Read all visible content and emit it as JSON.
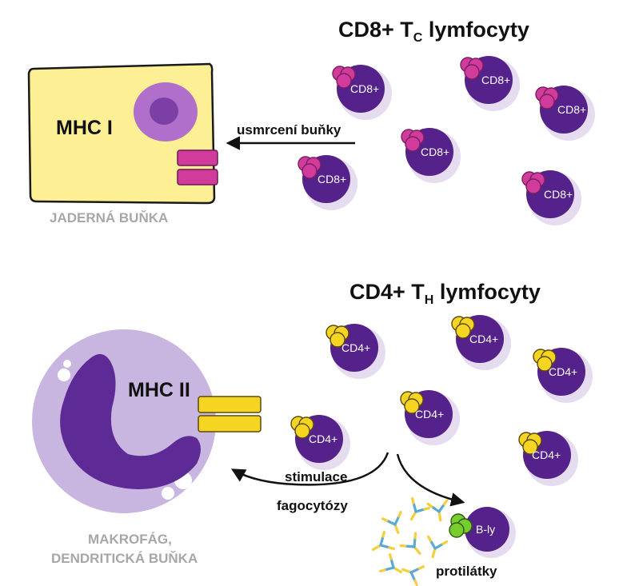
{
  "top": {
    "title_prefix": "CD8+ T",
    "title_sub": "C",
    "title_suffix": " lymfocyty",
    "mhc_label": "MHC I",
    "arrow_label": "usmrcení buňky",
    "cell_caption": "JADERNÁ BUŇKA",
    "lymphocyte_label": "CD8+",
    "lymphocyte_count": 6
  },
  "bottom": {
    "title_prefix": "CD4+ T",
    "title_sub": "H",
    "title_suffix": " lymfocyty",
    "mhc_label": "MHC II",
    "arrow_label_line1": "stimulace",
    "arrow_label_line2": "fagocytózy",
    "cell_caption_line1": "MAKROFÁG,",
    "cell_caption_line2": "DENDRITICKÁ BUŇKA",
    "lymphocyte_label": "CD4+",
    "lymphocyte_count": 6,
    "bcell_label": "B-ly",
    "antibody_label": "protilátky"
  },
  "colors": {
    "nucleated_cell": "#fcef94",
    "nucleus_outer": "#b06fca",
    "nucleus_inner": "#7b3fa6",
    "mhc1": "#d13b9b",
    "lymphocyte": "#55218a",
    "lymphocyte_halo": "#e6dcf0",
    "macrophage": "#c8b6e0",
    "macrophage_nucleus": "#5e2a95",
    "mhc2": "#f5d522",
    "bcell_receptor": "#77cc2e",
    "antibody_blue": "#5aaad6",
    "antibody_yellow": "#f4cf3c"
  }
}
